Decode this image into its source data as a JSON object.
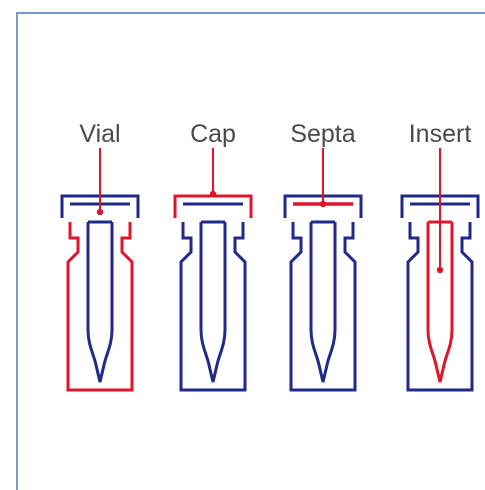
{
  "labels": {
    "vial": "Vial",
    "cap": "Cap",
    "septa": "Septa",
    "insert": "Insert"
  },
  "colors": {
    "navy": "#1f2a8a",
    "red": "#e0142a",
    "label": "#4a4a4a",
    "frame": "#7c98c8"
  }
}
